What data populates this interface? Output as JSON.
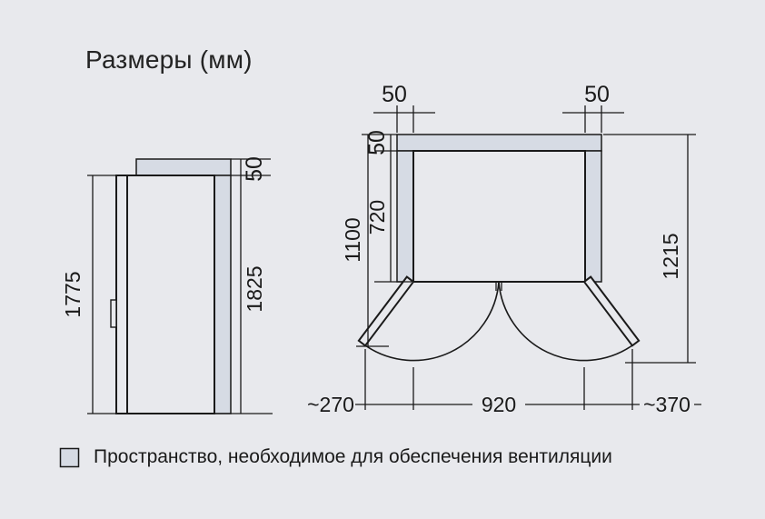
{
  "title": "Размеры (мм)",
  "colors": {
    "background": "#e8e9ed",
    "ventilation": "#d6dbe4",
    "line": "#1a1a1a"
  },
  "side_view": {
    "height": "1775",
    "top_clearance": "50",
    "total_height": "1825"
  },
  "top_view": {
    "side_clearance_left": "50",
    "side_clearance_right": "50",
    "rear_clearance": "50",
    "body_depth": "720",
    "depth_total": "1100",
    "depth_with_open_doors": "1215",
    "door_swing_left": "~270",
    "body_width": "920",
    "door_swing_right": "~370"
  },
  "legend": {
    "label": "Пространство, необходимое для обеспечения вентиляции"
  }
}
